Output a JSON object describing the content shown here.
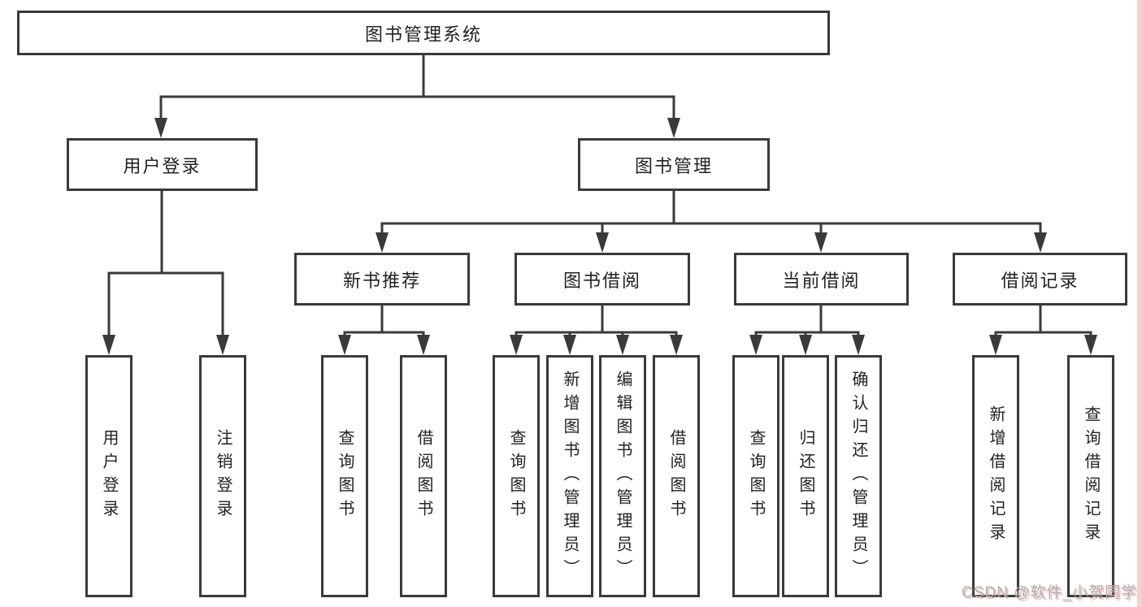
{
  "diagram": {
    "root": {
      "label": "图书管理系统"
    },
    "level2": {
      "user_login": {
        "label": "用户登录"
      },
      "book_management": {
        "label": "图书管理"
      }
    },
    "level3": {
      "new_book_recommend": {
        "label": "新书推荐"
      },
      "book_borrow": {
        "label": "图书借阅"
      },
      "current_borrow": {
        "label": "当前借阅"
      },
      "borrow_records": {
        "label": "借阅记录"
      }
    },
    "leaves": {
      "login": [
        "用户登录",
        "注销登录"
      ],
      "recommend": [
        "查询图书",
        "借阅图书"
      ],
      "borrow": [
        "查询图书",
        "新增图书（管理员）",
        "编辑图书（管理员）",
        "借阅图书"
      ],
      "current": [
        "查询图书",
        "归还图书",
        "确认归还（管理员）"
      ],
      "records": [
        "新增借阅记录",
        "查询借阅记录"
      ]
    }
  },
  "watermark": {
    "text": "CSDN @软件_小贺同学"
  },
  "colors": {
    "line": "#3a3a3a",
    "box_background": "#ffffff",
    "text": "#222222",
    "watermark_gray": "#b0b0b0",
    "watermark_pink": "#e89696",
    "right_strip_pink": "#f8cfcf"
  }
}
